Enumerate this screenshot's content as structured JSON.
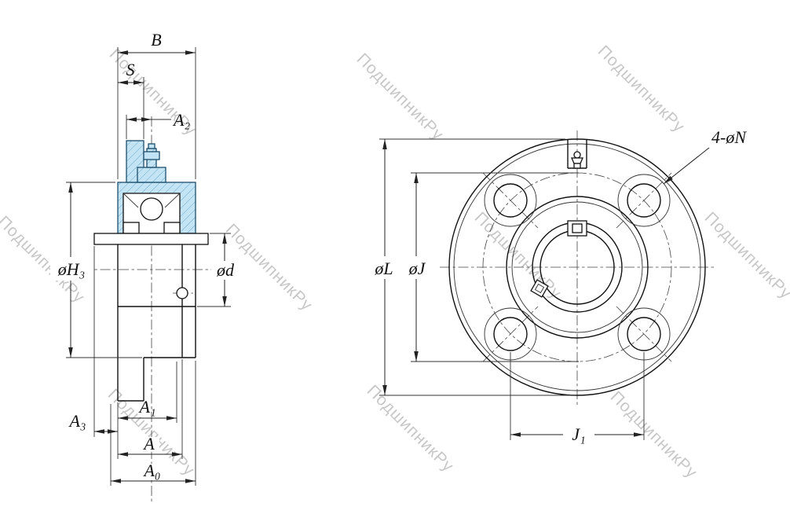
{
  "watermark": {
    "text": "ПодшипникРу",
    "color": "#b5b5b5"
  },
  "drawing": {
    "line_color": "#111111",
    "section_fill": "#c3e4f4",
    "section_hatch": "#74aac9",
    "section_stroke": "#1d4e6b"
  },
  "side_view": {
    "labels": {
      "B": "B",
      "S": "S",
      "A2": "A₂",
      "H3": "øH₃",
      "d": "ød",
      "A1": "A₁",
      "A3": "A₃",
      "A": "A",
      "A0": "A₀"
    }
  },
  "front_view": {
    "labels": {
      "L": "øL",
      "J": "øJ",
      "J1": "J₁",
      "N4": "4-øN"
    }
  }
}
